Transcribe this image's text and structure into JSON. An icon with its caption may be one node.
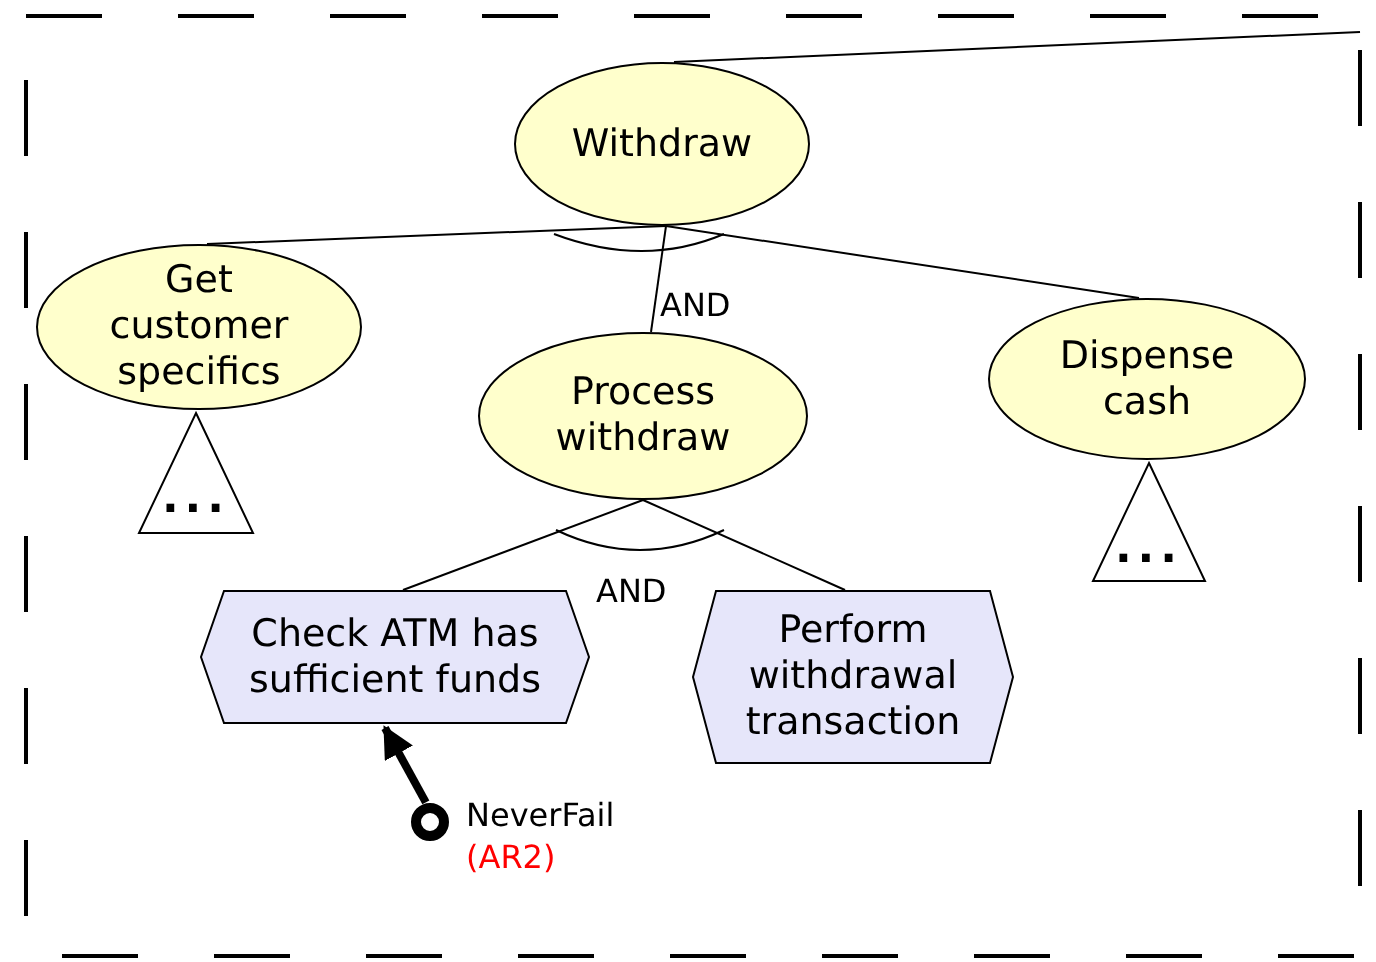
{
  "diagram": {
    "nodes": [
      {
        "text": [],
        "shape": "box"
      },
      {
        "text": [
          "Withdraw"
        ],
        "in": 0
      },
      {
        "text": [
          "Get customer specifics"
        ],
        "in": 0
      },
      {
        "text": [
          "Process withdraw"
        ],
        "in": 0
      },
      {
        "text": [
          "Dispense cash"
        ],
        "in": 0
      },
      {
        "text": [
          "..."
        ],
        "in": 0
      },
      {
        "text": [
          "..."
        ],
        "in": 0
      },
      {
        "text": [
          "Check ATM has sufficient funds"
        ],
        "in": 0
      },
      {
        "text": [
          "Perform withdrawal transaction"
        ],
        "in": 0
      },
      {
        "text": [],
        "shape": "circle",
        "beside": [
          "NeverFail",
          "(AR2)"
        ],
        "in": 0
      }
    ],
    "edges": [
      {
        "from": 1,
        "to": 0,
        "arrow": "none"
      },
      {
        "from": 1,
        "to": 2,
        "arrow": "none"
      },
      {
        "from": 1,
        "to": 3,
        "arrow": "none"
      },
      {
        "from": 1,
        "to": 4,
        "arrow": "none"
      },
      {
        "from": 3,
        "to": 7,
        "arrow": "none"
      },
      {
        "from": 3,
        "to": 8,
        "arrow": "none"
      },
      {
        "from": 9,
        "to": 7,
        "arrow": "to",
        "style": "thick"
      }
    ],
    "labels": [
      "AND",
      "AND"
    ]
  }
}
